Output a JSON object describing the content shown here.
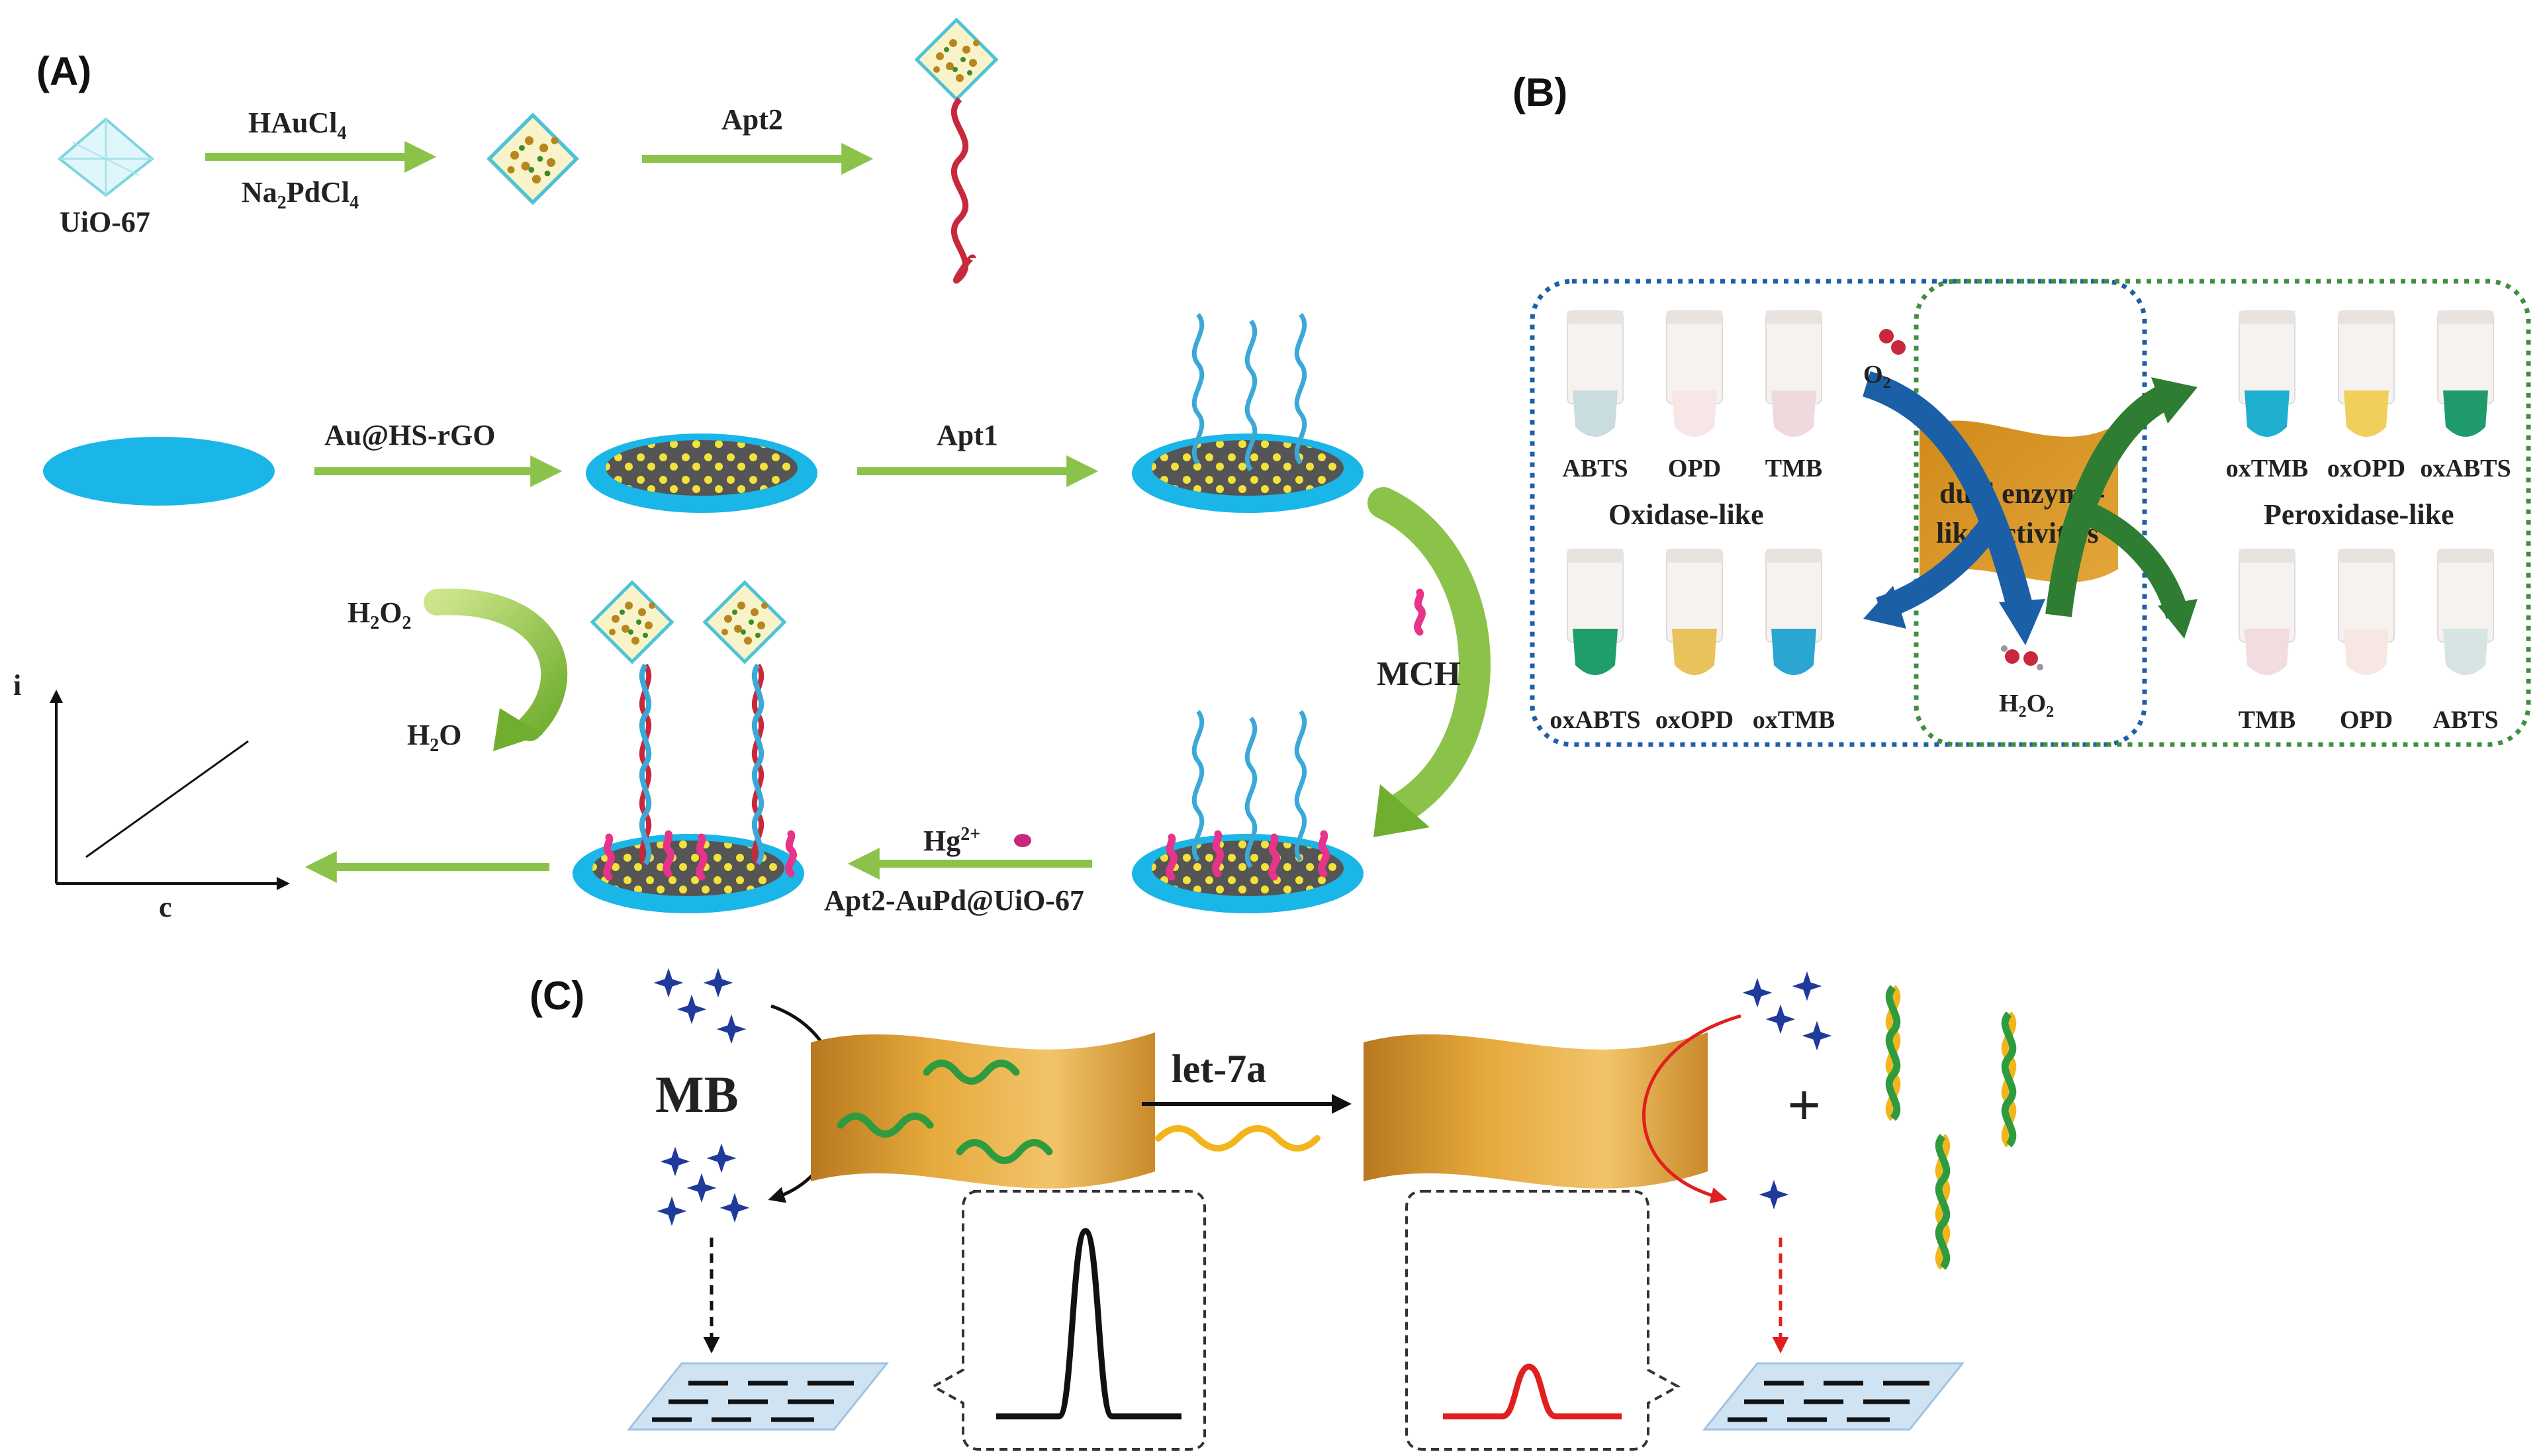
{
  "panels": {
    "a": "(A)",
    "b": "(B)",
    "c": "(C)"
  },
  "panel_a": {
    "mof_label": "UiO-67",
    "step1_top": "HAuCl",
    "step1_top_sub": "4",
    "step1_bottom": "Na",
    "step1_bottom_sub1": "2",
    "step1_bottom_mid": "PdCl",
    "step1_bottom_sub2": "4",
    "step2": "Apt2",
    "electrode_step1": "Au@HS-rGO",
    "electrode_step2": "Apt1",
    "mch": "MCH",
    "hg_label": "Hg",
    "hg_sup": "2+",
    "probe_label": "Apt2-AuPd@UiO-67",
    "h2o2": "H",
    "h2o2_sub1": "2",
    "h2o2_mid": "O",
    "h2o2_sub2": "2",
    "h2o": "H",
    "h2o_sub": "2",
    "h2o_end": "O",
    "axis_y": "i",
    "axis_x": "c"
  },
  "panel_b": {
    "oxidase_tubes": [
      {
        "label": "ABTS",
        "color": "#c9dde0"
      },
      {
        "label": "OPD",
        "color": "#f6e6e6"
      },
      {
        "label": "TMB",
        "color": "#f0d9dc"
      }
    ],
    "oxidase_title": "Oxidase-like",
    "oxidase_tubes_bottom": [
      {
        "label": "oxABTS",
        "color": "#1f9e6a"
      },
      {
        "label": "oxOPD",
        "color": "#e8c25a"
      },
      {
        "label": "oxTMB",
        "color": "#2aa6d0"
      }
    ],
    "o2": "O",
    "o2_sub": "2",
    "center_line1": "dual enzyme-",
    "center_line2": "like activities",
    "h2o2": "H",
    "h2o2_sub1": "2",
    "h2o2_mid": "O",
    "h2o2_sub2": "2",
    "peroxidase_tubes": [
      {
        "label": "oxTMB",
        "color": "#1fb0cf"
      },
      {
        "label": "oxOPD",
        "color": "#f0cf5a"
      },
      {
        "label": "oxABTS",
        "color": "#1f9a6b"
      }
    ],
    "peroxidase_title": "Peroxidase-like",
    "peroxidase_tubes_bottom": [
      {
        "label": "TMB",
        "color": "#f1dde0"
      },
      {
        "label": "OPD",
        "color": "#f6e7e3"
      },
      {
        "label": "ABTS",
        "color": "#d6e4e4"
      }
    ]
  },
  "panel_c": {
    "mb": "MB",
    "let7a": "let-7a",
    "plus": "+"
  },
  "colors": {
    "arrow_green": "#8bc34a",
    "electrode_blue": "#1ab6e8",
    "rgo_gray": "#555555",
    "aptamer_red": "#c8283c",
    "aptamer_blue": "#3aa9d8",
    "mch_pink": "#e8338a",
    "sheet_orange": "#d89a2e",
    "mb_blue": "#1f3a9a",
    "dna_green": "#2e9b3e",
    "dna_yellow": "#f2b51c",
    "peak_red": "#e02020",
    "dotted_blue": "#1f5fa8",
    "dotted_green": "#3f8f3f"
  }
}
